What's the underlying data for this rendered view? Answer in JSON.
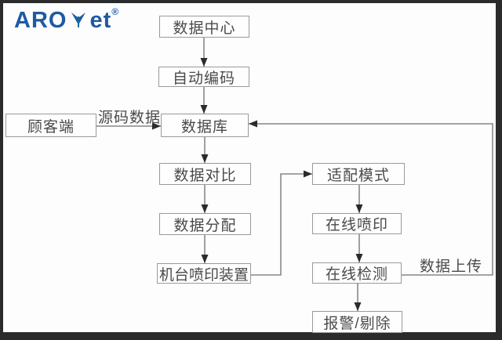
{
  "logo": {
    "text_left": "ARO",
    "text_right": "et",
    "registered_mark": "®",
    "icon": "leaf-arrow-icon",
    "brand_color": "#1d5aa4"
  },
  "diagram": {
    "nodes": [
      {
        "id": "data-center",
        "label": "数据中心"
      },
      {
        "id": "auto-encoding",
        "label": "自动编码"
      },
      {
        "id": "customer-side",
        "label": "顾客端"
      },
      {
        "id": "database",
        "label": "数据库"
      },
      {
        "id": "data-compare",
        "label": "数据对比"
      },
      {
        "id": "data-distribution",
        "label": "数据分配"
      },
      {
        "id": "machine-printer",
        "label": "机台喷印装置"
      },
      {
        "id": "adapt-mode",
        "label": "适配模式"
      },
      {
        "id": "online-printing",
        "label": "在线喷印"
      },
      {
        "id": "online-detection",
        "label": "在线检测"
      },
      {
        "id": "alarm-reject",
        "label": "报警/剔除"
      }
    ],
    "edge_labels": [
      {
        "id": "source-code-data",
        "text": "源码数据"
      },
      {
        "id": "data-upload",
        "text": "数据上传"
      }
    ],
    "colors": {
      "frame": "#2b2b2b",
      "canvas": "#fdfdfd",
      "box_border": "#9a9a9a",
      "text": "#4a4a4a",
      "line": "#6f6f6f",
      "arrowhead": "#2b2b2b"
    }
  }
}
